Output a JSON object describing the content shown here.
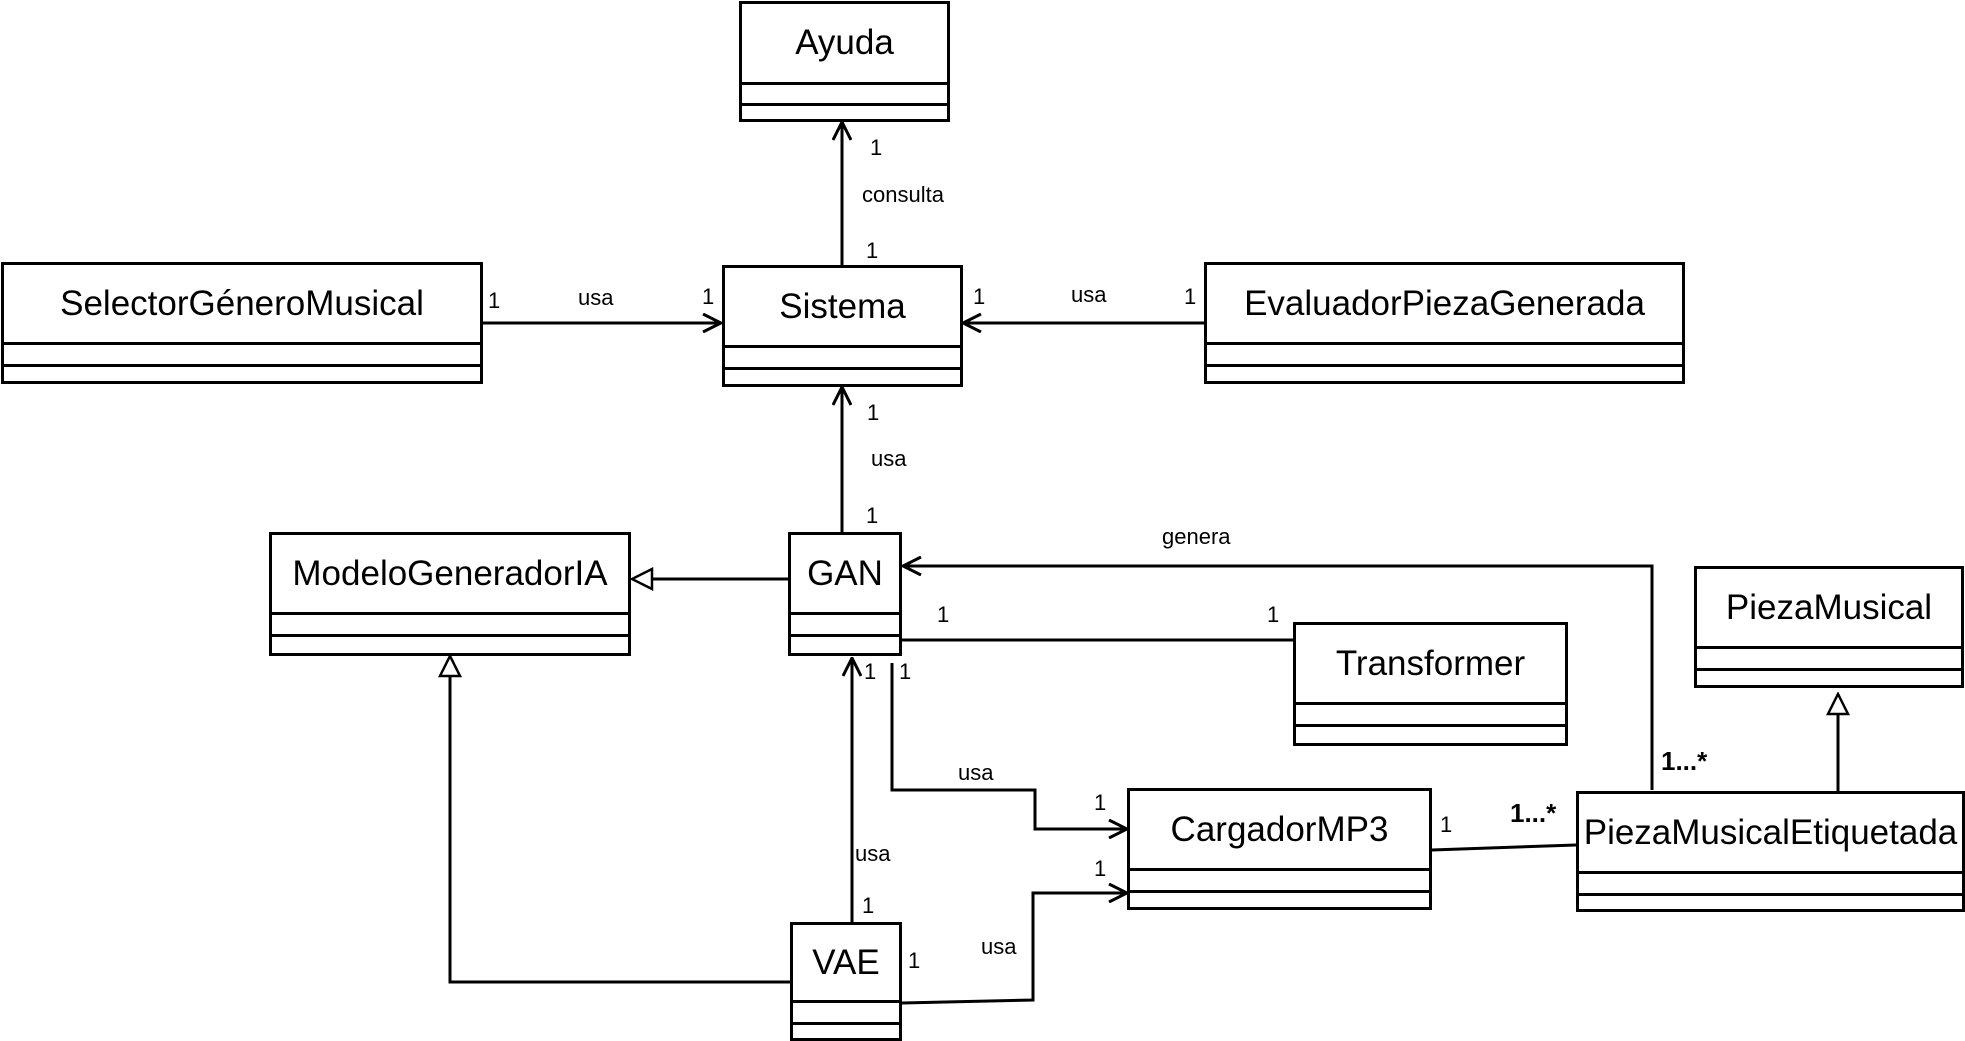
{
  "classes": {
    "ayuda": "Ayuda",
    "sistema": "Sistema",
    "selector": "SelectorGéneroMusical",
    "evaluador": "EvaluadorPiezaGenerada",
    "modelo": "ModeloGeneradorIA",
    "gan": "GAN",
    "transformer": "Transformer",
    "pieza_musical": "PiezaMusical",
    "cargador": "CargadorMP3",
    "pieza_etiquetada": "PiezaMusicalEtiquetada",
    "vae": "VAE"
  },
  "relations": {
    "consulta": {
      "label": "consulta",
      "mult_source": "1",
      "mult_target": "1"
    },
    "selector_usa": {
      "label": "usa",
      "mult_source": "1",
      "mult_target": "1"
    },
    "evaluador_usa": {
      "label": "usa",
      "mult_source": "1",
      "mult_target": "1"
    },
    "gan_usa_sistema": {
      "label": "usa",
      "mult_source": "1",
      "mult_target": "1"
    },
    "genera": {
      "label": "genera",
      "mult_source": "1...*"
    },
    "gan_transformer": {
      "mult_gan": "1",
      "mult_transformer": "1"
    },
    "gan_usa_cargador": {
      "label": "usa",
      "mult_source": "1",
      "mult_target": "1"
    },
    "vae_usa_gan": {
      "label": "usa",
      "mult_source": "1",
      "mult_target": "1"
    },
    "vae_usa_cargador": {
      "label": "usa",
      "mult_source": "1",
      "mult_target": "1"
    },
    "cargador_pieza": {
      "mult_cargador": "1",
      "mult_pieza": "1...*"
    }
  }
}
